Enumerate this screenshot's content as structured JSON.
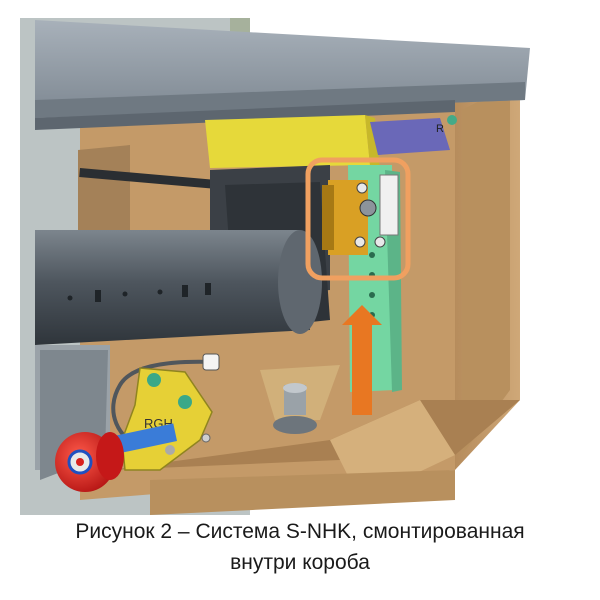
{
  "figure": {
    "side_label_r": "R",
    "bracket_label": "RGH"
  },
  "caption": {
    "line1": "Рисунок 2 – Система S-NHK, смонтированная",
    "line2": "внутри короба"
  },
  "colors": {
    "highlight": "#f0a060",
    "arrow": "#e87722",
    "bracket_yellow": "#e8d430",
    "box_tan": "#c8a070",
    "frame_gray": "#9aa4ae",
    "roller_red": "#d81e1e",
    "plate_green": "#6fd6a0"
  }
}
